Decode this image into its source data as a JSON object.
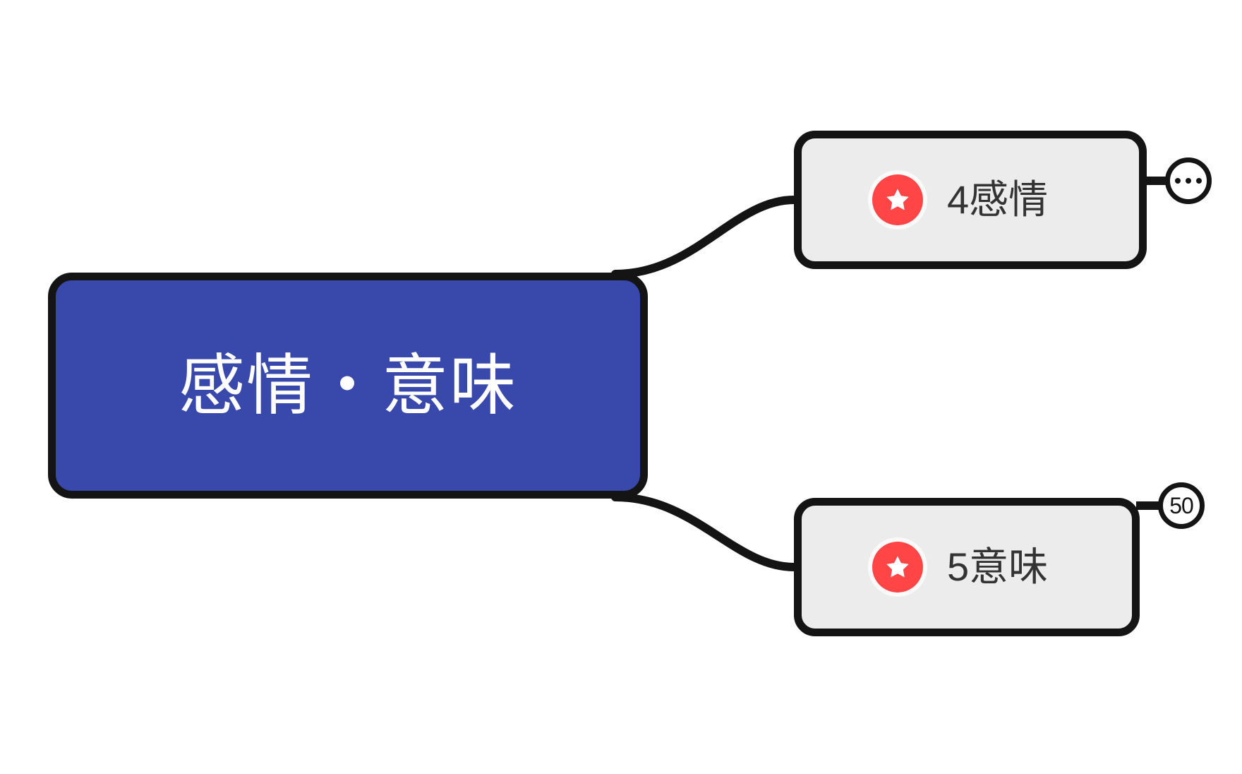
{
  "mindmap": {
    "background_color": "#FFFFFF",
    "root": {
      "label": "感情・意味",
      "fill_color": "#3949AB",
      "text_color": "#FFFFFF",
      "border_color": "#141414"
    },
    "children": [
      {
        "label": "4感情",
        "icon": "star-icon",
        "icon_color": "#FF4545",
        "fill_color": "#ECECEC",
        "text_color": "#333333",
        "badge": {
          "type": "ellipsis",
          "text": "…",
          "name": "collapsed-children-indicator"
        }
      },
      {
        "label": "5意味",
        "icon": "star-icon",
        "icon_color": "#FF4545",
        "fill_color": "#ECECEC",
        "text_color": "#333333",
        "badge": {
          "type": "count",
          "text": "50",
          "name": "child-count-badge"
        }
      }
    ]
  }
}
